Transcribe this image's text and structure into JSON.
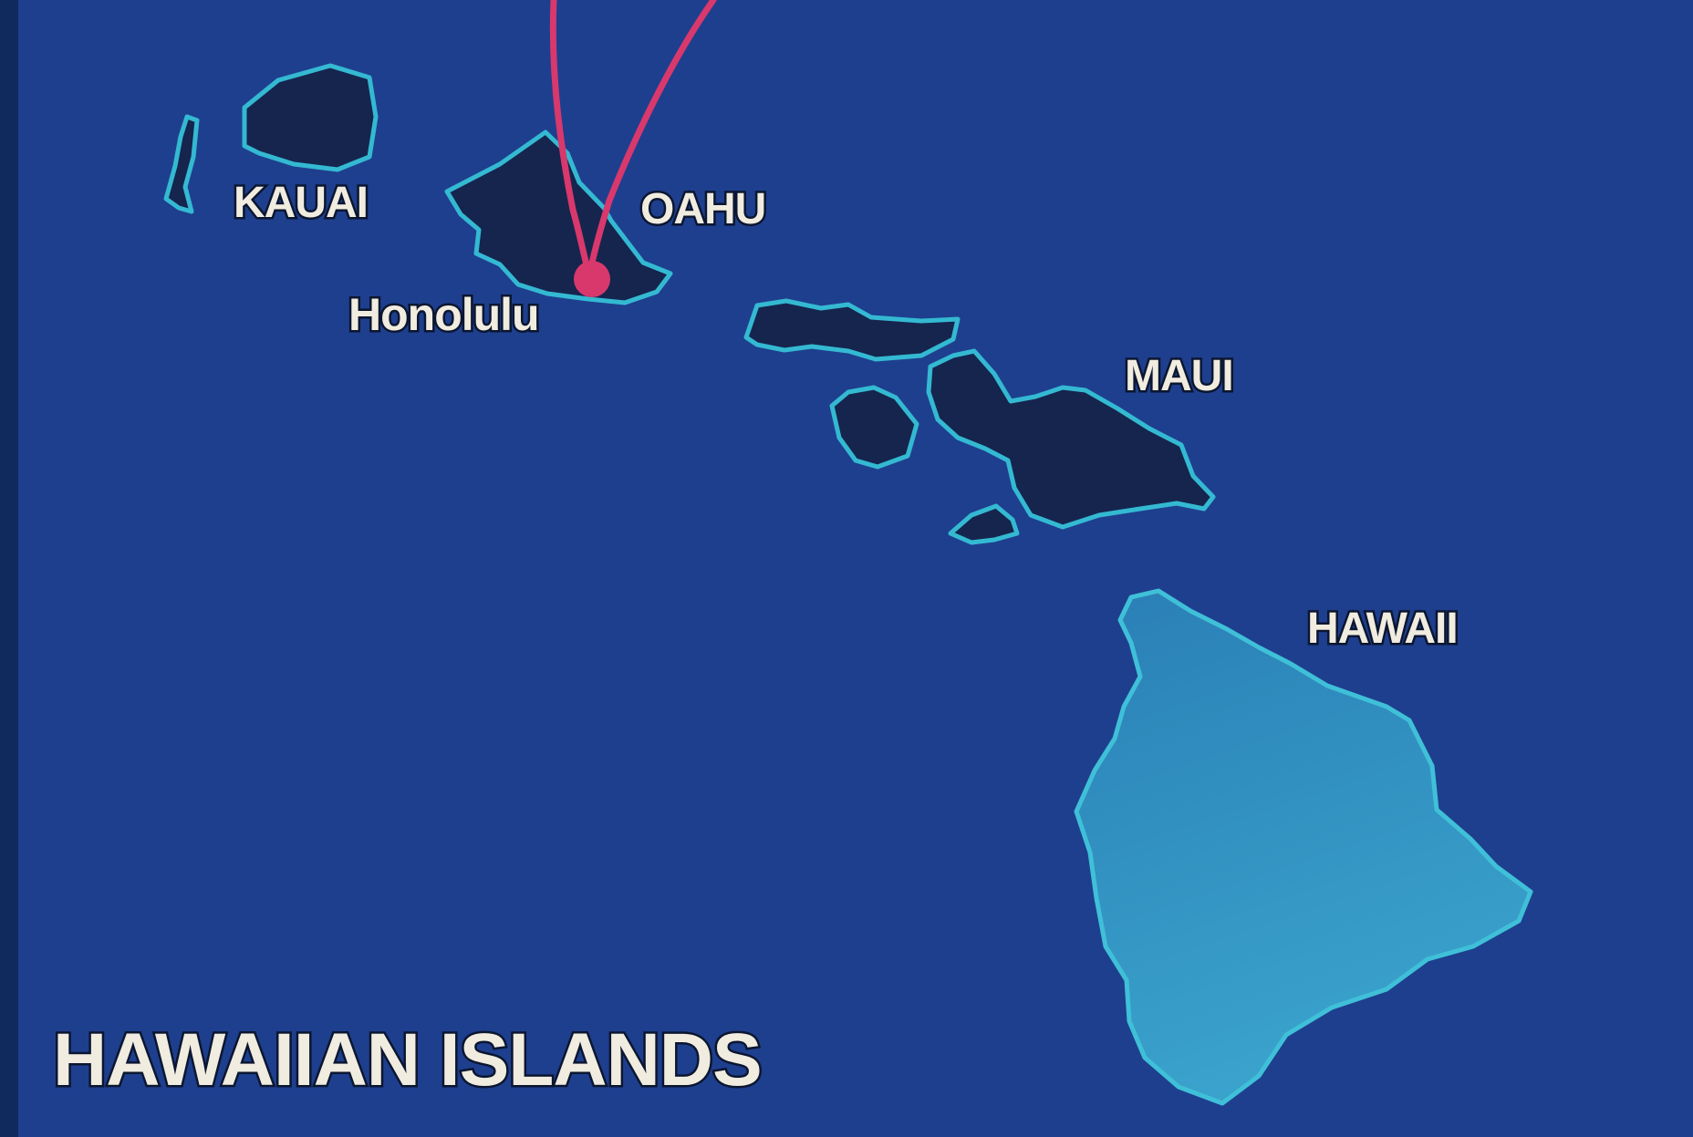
{
  "map": {
    "title": "HAWAIIAN ISLANDS",
    "islands": {
      "kauai": "KAUAI",
      "oahu": "OAHU",
      "maui": "MAUI",
      "hawaii": "HAWAII"
    },
    "city": "Honolulu",
    "colors": {
      "ocean": "#1e3f8e",
      "island_fill": "#15254e",
      "coastline": "#34b9d2",
      "hawaii_fill": "#2f8fc0",
      "route": "#d8386c",
      "label_text": "#f1ece0"
    }
  }
}
